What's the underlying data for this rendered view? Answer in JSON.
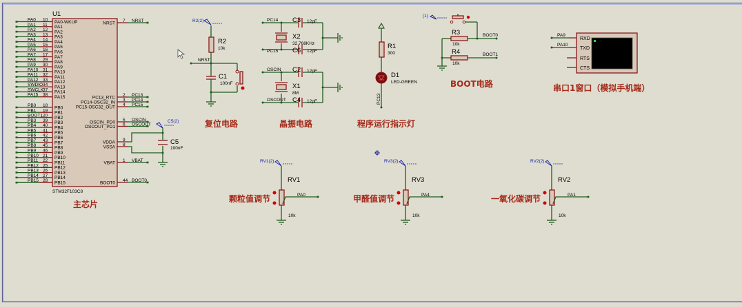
{
  "app": "Proteus ISIS schematic",
  "chip": {
    "ref": "U1",
    "part": "STM32F103C8",
    "left_pins": [
      {
        "net": "PA0",
        "num": "10",
        "name": "PA0-WKUP"
      },
      {
        "net": "PA1",
        "num": "11",
        "name": "PA1"
      },
      {
        "net": "PA2",
        "num": "12",
        "name": "PA2"
      },
      {
        "net": "PA3",
        "num": "13",
        "name": "PA3"
      },
      {
        "net": "PA4",
        "num": "14",
        "name": "PA4"
      },
      {
        "net": "PA5",
        "num": "15",
        "name": "PA5"
      },
      {
        "net": "PA6",
        "num": "16",
        "name": "PA6"
      },
      {
        "net": "PA7",
        "num": "17",
        "name": "PA7"
      },
      {
        "net": "PA8",
        "num": "29",
        "name": "PA8"
      },
      {
        "net": "PA9",
        "num": "30",
        "name": "PA9"
      },
      {
        "net": "PA10",
        "num": "31",
        "name": "PA10"
      },
      {
        "net": "PA11",
        "num": "32",
        "name": "PA11"
      },
      {
        "net": "PA12",
        "num": "33",
        "name": "PA12"
      },
      {
        "net": "SWDIO",
        "num": "34",
        "name": "PA13"
      },
      {
        "net": "SWCLK",
        "num": "37",
        "name": "PA14"
      },
      {
        "net": "PA15",
        "num": "38",
        "name": "PA15"
      },
      {
        "net": "PB0",
        "num": "18",
        "name": "PB0"
      },
      {
        "net": "PB1",
        "num": "19",
        "name": "PB1"
      },
      {
        "net": "BOOT1",
        "num": "20",
        "name": "PB2"
      },
      {
        "net": "PB3",
        "num": "39",
        "name": "PB3"
      },
      {
        "net": "PB4",
        "num": "40",
        "name": "PB4"
      },
      {
        "net": "PB5",
        "num": "41",
        "name": "PB5"
      },
      {
        "net": "PB6",
        "num": "42",
        "name": "PB6"
      },
      {
        "net": "PB7",
        "num": "43",
        "name": "PB7"
      },
      {
        "net": "PB8",
        "num": "45",
        "name": "PB8"
      },
      {
        "net": "PB9",
        "num": "46",
        "name": "PB9"
      },
      {
        "net": "PB10",
        "num": "21",
        "name": "PB10"
      },
      {
        "net": "PB11",
        "num": "22",
        "name": "PB11"
      },
      {
        "net": "PB12",
        "num": "25",
        "name": "PB12"
      },
      {
        "net": "PB13",
        "num": "26",
        "name": "PB13"
      },
      {
        "net": "PB14",
        "num": "27",
        "name": "PB14"
      },
      {
        "net": "PB15",
        "num": "28",
        "name": "PB15"
      }
    ],
    "right_pins": [
      {
        "name": "NRST",
        "num": "7",
        "net": "NRST"
      },
      {
        "name": "PC13_RTC",
        "num": "2",
        "net": "PC13"
      },
      {
        "name": "PC14-OSC32_IN",
        "num": "3",
        "net": "PC14"
      },
      {
        "name": "PC15-OSC32_OUT",
        "num": "4",
        "net": "PC15"
      },
      {
        "name": "OSCIN_PD0",
        "num": "5",
        "net": "OSCIN"
      },
      {
        "name": "OSCOUT_PD1",
        "num": "6",
        "net": "OSCOUT"
      },
      {
        "name": "VDDA",
        "num": "9",
        "net": ""
      },
      {
        "name": "VSSA",
        "num": "8",
        "net": ""
      },
      {
        "name": "VBAT",
        "num": "1",
        "net": "VBAT"
      },
      {
        "name": "BOOT0",
        "num": "44",
        "net": "BOOT0"
      }
    ],
    "c5": {
      "ref": "C5",
      "value": "100nF",
      "probe": "C5(2)"
    },
    "title": "主芯片"
  },
  "reset": {
    "probe": "R2(2)",
    "r": {
      "ref": "R2",
      "value": "10k"
    },
    "net": "NRST",
    "c": {
      "ref": "C1",
      "value": "100nF"
    },
    "title": "复位电路"
  },
  "crystal": {
    "top": {
      "net1": "PC14",
      "net2": "PC15",
      "c1": {
        "ref": "C3",
        "value": "12pF"
      },
      "x": {
        "ref": "X2",
        "value": "32.768KHz"
      },
      "c2": {
        "ref": "C6",
        "value": "12pF"
      }
    },
    "bottom": {
      "net1": "OSCIN",
      "net2": "OSCOUT",
      "c1": {
        "ref": "C2",
        "value": "12pF"
      },
      "x": {
        "ref": "X1",
        "value": "8M"
      },
      "c2": {
        "ref": "C4",
        "value": "12pF"
      }
    },
    "title": "晶振电路"
  },
  "led": {
    "r": {
      "ref": "R1",
      "value": "300"
    },
    "d": {
      "ref": "D1",
      "value": "LED-GREEN"
    },
    "net": "PC13",
    "title": "程序运行指示灯"
  },
  "boot": {
    "probe": "(1)",
    "r3": {
      "ref": "R3",
      "value": "10k",
      "net": "BOOT0"
    },
    "r4": {
      "ref": "R4",
      "value": "10k",
      "net": "BOOT1"
    },
    "title": "BOOT电路"
  },
  "uart": {
    "pins": [
      "RXD",
      "TXD",
      "RTS",
      "CTS"
    ],
    "nets": [
      "PA9",
      "PA10"
    ],
    "title": "串口1窗口（模拟手机端）"
  },
  "pots": [
    {
      "probe": "RV1(2)",
      "ref": "RV1",
      "value": "10k",
      "net": "PA0",
      "title": "颗粒值调节"
    },
    {
      "probe": "RV3(2)",
      "ref": "RV3",
      "value": "10k",
      "net": "PA4",
      "title": "甲醛值调节"
    },
    {
      "probe": "RV2(2)",
      "ref": "RV2",
      "value": "10k",
      "net": "PA1",
      "title": "一氧化碳调节"
    }
  ],
  "colors": {
    "background": "#dfddd0",
    "wire": "#1f5c1f",
    "component": "#8b1a1a",
    "title_text": "#a52a1a",
    "probe_text": "#1a22aa",
    "frame": "#5a5f9a"
  }
}
